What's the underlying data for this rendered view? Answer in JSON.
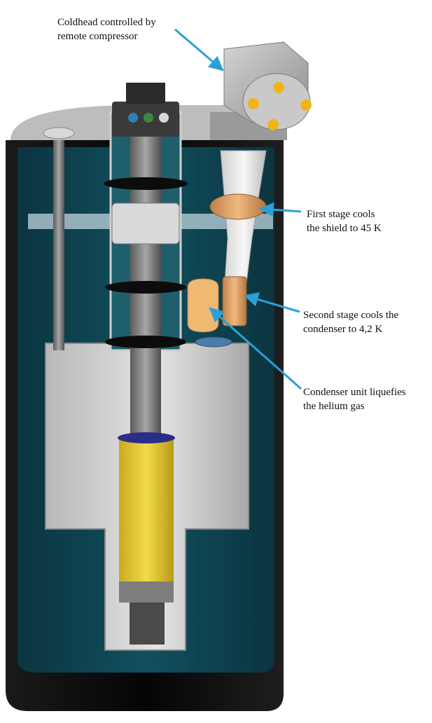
{
  "diagram": {
    "callouts": [
      {
        "id": "coldhead",
        "lines": [
          "Coldhead controlled by",
          "remote compressor"
        ]
      },
      {
        "id": "first-stage",
        "lines": [
          "First stage cools",
          "the shield to 45  K"
        ]
      },
      {
        "id": "second-stage",
        "lines": [
          "Second stage cools the",
          "condenser to 4,2 K"
        ]
      },
      {
        "id": "condenser",
        "lines": [
          "Condenser unit liquefies",
          "the helium gas"
        ]
      }
    ],
    "colors": {
      "arrow": "#2b9fd6",
      "helium": "#0f3f4c",
      "outer_shell": "#0a0a0a",
      "inner_vessel": "#c8c8c8",
      "magnet": "#e8cc35",
      "copper": "#d9a06a"
    }
  }
}
